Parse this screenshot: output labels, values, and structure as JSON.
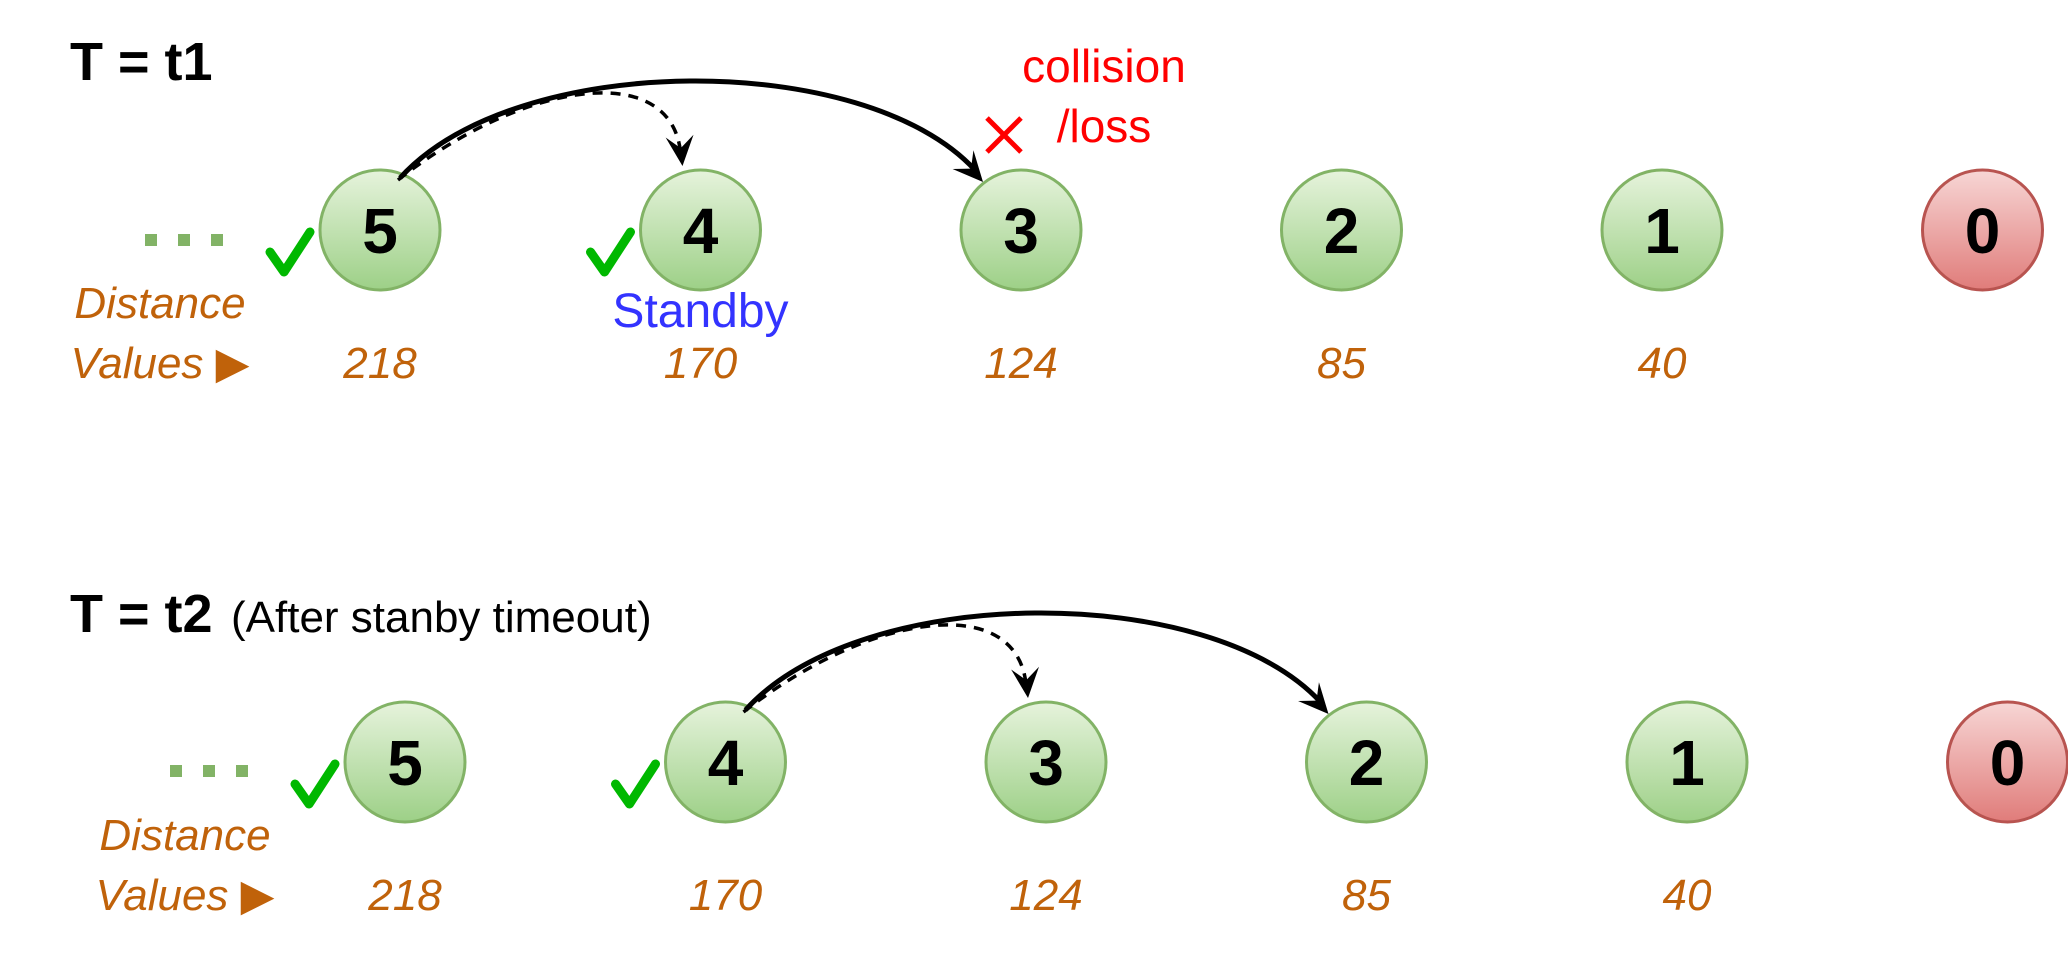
{
  "colors": {
    "node_fill_green_top": "#e6f3dc",
    "node_fill_green_bottom": "#9dd087",
    "node_stroke_green": "#82b366",
    "node_fill_red_top": "#f7d6d5",
    "node_fill_red_bottom": "#e07c7a",
    "node_stroke_red": "#b85450",
    "distance_text": "#c0620a",
    "standby_text": "#3333ff",
    "collision_text": "#ff0000",
    "check": "#00b800",
    "ellipsis": "#82b366"
  },
  "panels": [
    {
      "title": "T = t1",
      "subtitle": "",
      "ellipsis": "...",
      "legend_line1": "Distance",
      "legend_line2": "Values ▶",
      "nodes": [
        {
          "label": "5",
          "kind": "ok",
          "checked": true,
          "distance": "218"
        },
        {
          "label": "4",
          "kind": "ok",
          "checked": true,
          "distance": "170"
        },
        {
          "label": "3",
          "kind": "ok",
          "checked": false,
          "distance": "124"
        },
        {
          "label": "2",
          "kind": "ok",
          "checked": false,
          "distance": "85"
        },
        {
          "label": "1",
          "kind": "ok",
          "checked": false,
          "distance": "40"
        },
        {
          "label": "0",
          "kind": "sink",
          "checked": false,
          "distance": ""
        }
      ],
      "solid_arrow": {
        "from": "5",
        "to": "3"
      },
      "dashed_arrow": {
        "from": "5",
        "to": "4"
      },
      "standby_label": "Standby",
      "collision_line1": "collision",
      "collision_line2": "/loss",
      "collision_mark": "✕"
    },
    {
      "title": "T = t2",
      "subtitle": "(After stanby timeout)",
      "ellipsis": "...",
      "legend_line1": "Distance",
      "legend_line2": "Values ▶",
      "nodes": [
        {
          "label": "5",
          "kind": "ok",
          "checked": true,
          "distance": "218"
        },
        {
          "label": "4",
          "kind": "ok",
          "checked": true,
          "distance": "170"
        },
        {
          "label": "3",
          "kind": "ok",
          "checked": false,
          "distance": "124"
        },
        {
          "label": "2",
          "kind": "ok",
          "checked": false,
          "distance": "85"
        },
        {
          "label": "1",
          "kind": "ok",
          "checked": false,
          "distance": "40"
        },
        {
          "label": "0",
          "kind": "sink",
          "checked": false,
          "distance": ""
        }
      ],
      "solid_arrow": {
        "from": "4",
        "to": "2"
      },
      "dashed_arrow": {
        "from": "4",
        "to": "3"
      },
      "standby_label": "",
      "collision_line1": "",
      "collision_line2": "",
      "collision_mark": ""
    }
  ],
  "check_glyph": "✓"
}
